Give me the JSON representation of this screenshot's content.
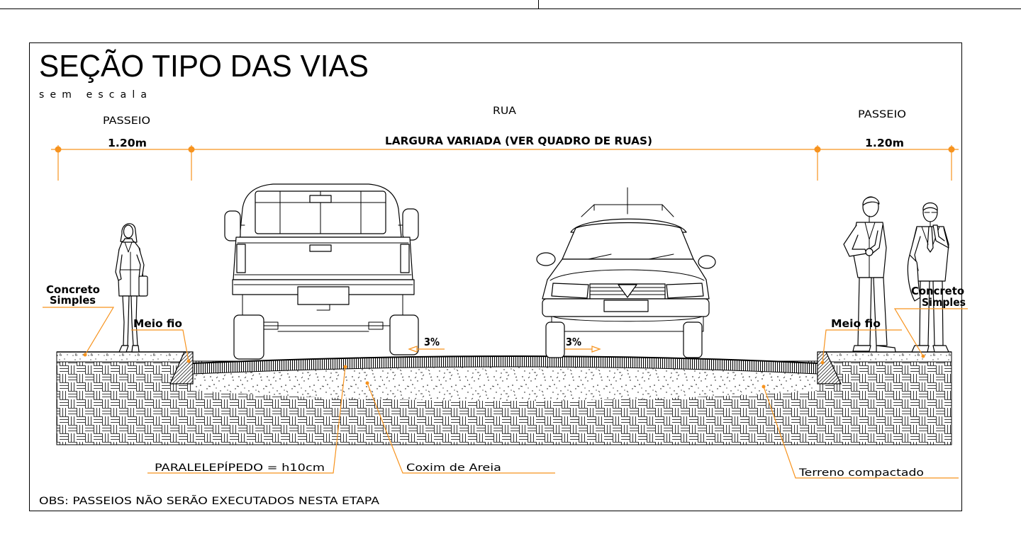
{
  "header": {
    "title": "SEÇÃO TIPO DAS VIAS",
    "subtitle": "sem escala"
  },
  "zones": {
    "left_sidewalk": "PASSEIO",
    "street": "RUA",
    "right_sidewalk": "PASSEIO"
  },
  "dimensions": {
    "left_sidewalk_width": "1.20m",
    "street_width": "LARGURA VARIADA (VER QUADRO DE RUAS)",
    "right_sidewalk_width": "1.20m"
  },
  "annotations": {
    "concrete_left": [
      "Concreto",
      "Simples"
    ],
    "curb_left": "Meio fio",
    "slope_left": "3%",
    "slope_right": "3%",
    "curb_right": "Meio fio",
    "concrete_right": [
      "Concreto",
      "Simples"
    ],
    "paving": "PARALELEPÍPEDO = h10cm",
    "sand_cushion": "Coxim de Areia",
    "compacted_soil": "Terreno compactado"
  },
  "note": "OBS: PASSEIOS NÃO SERÃO EXECUTADOS NESTA ETAPA",
  "colors": {
    "ink": "#000000",
    "annotation": "#f7931e",
    "background": "#ffffff"
  }
}
